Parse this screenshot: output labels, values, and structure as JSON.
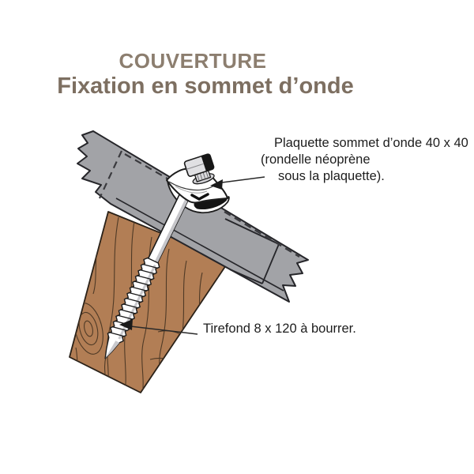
{
  "header": {
    "title": "COUVERTURE",
    "subtitle": "Fixation en sommet d’onde",
    "title_color": "#8c7e6f",
    "subtitle_color": "#7d6f61"
  },
  "annotations": {
    "plaquette": {
      "line1": "Plaquette sommet d’onde 40 x 40",
      "line2": "(rondelle néoprène",
      "line3": "sous la plaquette)."
    },
    "tirefond": {
      "label": "Tirefond 8 x 120 à bourrer."
    }
  },
  "diagram": {
    "elements": {
      "sheet": "corrugated-sheet-crest",
      "sheet_fold_lines": "dashed-fold-lines",
      "overlap": "sheet-lap-joint",
      "wood": "wooden-purlin",
      "screw": "lag-screw-tirefond",
      "plate": "saddle-plate-plaquette",
      "bolt": "hex-bolt-head",
      "leaders": "arrow-leader-lines"
    },
    "colors": {
      "sheet_gray": "#a2a3a7",
      "wood_brown": "#b27e55",
      "wood_grain": "#4f3a26",
      "outline": "#1f1f23",
      "screw_body": "#ffffff",
      "screw_shade": "#c6c6ca",
      "bolt_black": "#161616",
      "annotation_text": "#1d1d1d",
      "background": "#ffffff"
    }
  }
}
